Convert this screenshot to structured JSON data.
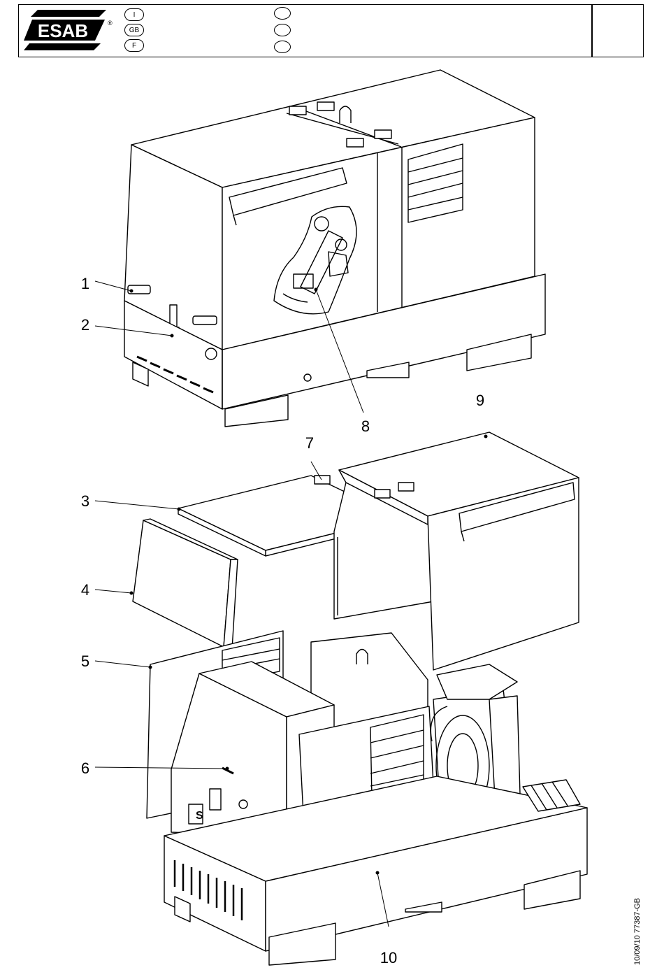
{
  "header": {
    "brand": "ESAB",
    "registered": "®",
    "languages": [
      "I",
      "GB",
      "F"
    ]
  },
  "diagram": {
    "callouts": [
      {
        "id": 1,
        "label": "1"
      },
      {
        "id": 2,
        "label": "2"
      },
      {
        "id": 3,
        "label": "3"
      },
      {
        "id": 4,
        "label": "4"
      },
      {
        "id": 5,
        "label": "5"
      },
      {
        "id": 6,
        "label": "6"
      },
      {
        "id": 7,
        "label": "7"
      },
      {
        "id": 8,
        "label": "8"
      },
      {
        "id": 9,
        "label": "9"
      },
      {
        "id": 10,
        "label": "10"
      }
    ],
    "panel_marking": "S"
  },
  "footer": {
    "document_code": "10/09/10  77387-GB"
  }
}
